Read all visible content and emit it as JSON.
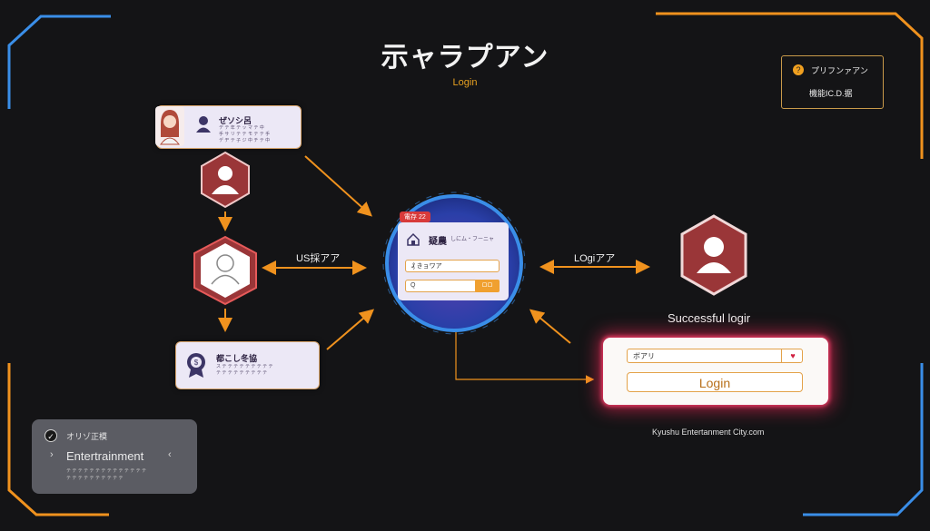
{
  "header": {
    "title": "示ャラプアン",
    "subtitle": "Login"
  },
  "info_box": {
    "line1": "プリフンァアン",
    "line2": "機能IC.D.据"
  },
  "user_card_top": {
    "title": "ぜソシ呂",
    "line1": "デ テ  年 テ ッ マ テ 中",
    "line2": "手 サ リ テ  テ モ テ   テ 手",
    "line3": "デ ヂ テ 子 ジ 中 チ テ 中"
  },
  "auth_card_bottom": {
    "title": "都こし冬協",
    "line1": "ス テ テ テ テ テ テ テ テ テ",
    "line2": "テ テ テ テ テ テ テ テ テ"
  },
  "arrows": {
    "left_label": "US採アア",
    "right_label": "LOgiアア"
  },
  "center_panel": {
    "badge": "電存 22",
    "title": "疑農",
    "subtitle": "しにム・フーニャ",
    "field1": "₰ きョワア",
    "field2": "Q",
    "button": "ロロ"
  },
  "success_label": "Successful logir",
  "login_panel": {
    "field_label": "ボアリ",
    "heart": "♥",
    "button": "Login"
  },
  "footer_text": "Kyushu Entertanment City.com",
  "entertainment_card": {
    "top": "オリゾ正模",
    "title": "Entertrainment",
    "arrow_left": "›",
    "arrow_right": "‹",
    "line1": "テ テ テ テ テ テ テ テ テ テ テ テ テ テ",
    "line2": "テ テ テ テ テ テ テ テ テ テ"
  },
  "colors": {
    "accent_orange": "#f0921e",
    "accent_blue": "#3a8ee8",
    "hex_red": "#9a3638",
    "glow_pink": "#ff2a6a"
  }
}
